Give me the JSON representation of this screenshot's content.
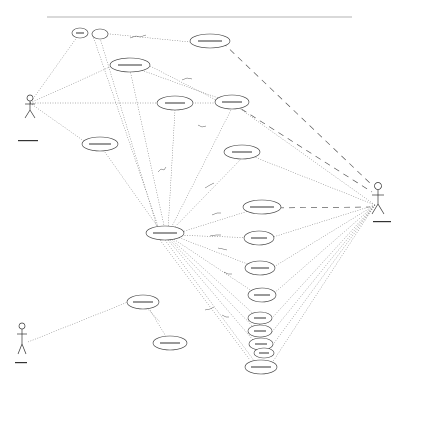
{
  "diagram": {
    "kind": "use-case diagram (labels unreadable at this resolution)",
    "actors": [
      {
        "id": "actor-left"
      },
      {
        "id": "actor-right"
      },
      {
        "id": "actor-bottom-left"
      }
    ],
    "use_cases": [
      {
        "id": "uc-top-small"
      },
      {
        "id": "uc-top-right"
      },
      {
        "id": "uc-upper-center"
      },
      {
        "id": "uc-center"
      },
      {
        "id": "uc-center-right"
      },
      {
        "id": "uc-left-middle"
      },
      {
        "id": "uc-right-middle"
      },
      {
        "id": "uc-hub"
      },
      {
        "id": "uc-r1"
      },
      {
        "id": "uc-r2"
      },
      {
        "id": "uc-r3"
      },
      {
        "id": "uc-r4"
      },
      {
        "id": "uc-r5"
      },
      {
        "id": "uc-r6"
      },
      {
        "id": "uc-r7"
      },
      {
        "id": "uc-r8"
      },
      {
        "id": "uc-bottom"
      },
      {
        "id": "uc-lower-left-a"
      },
      {
        "id": "uc-lower-left-b"
      }
    ]
  }
}
